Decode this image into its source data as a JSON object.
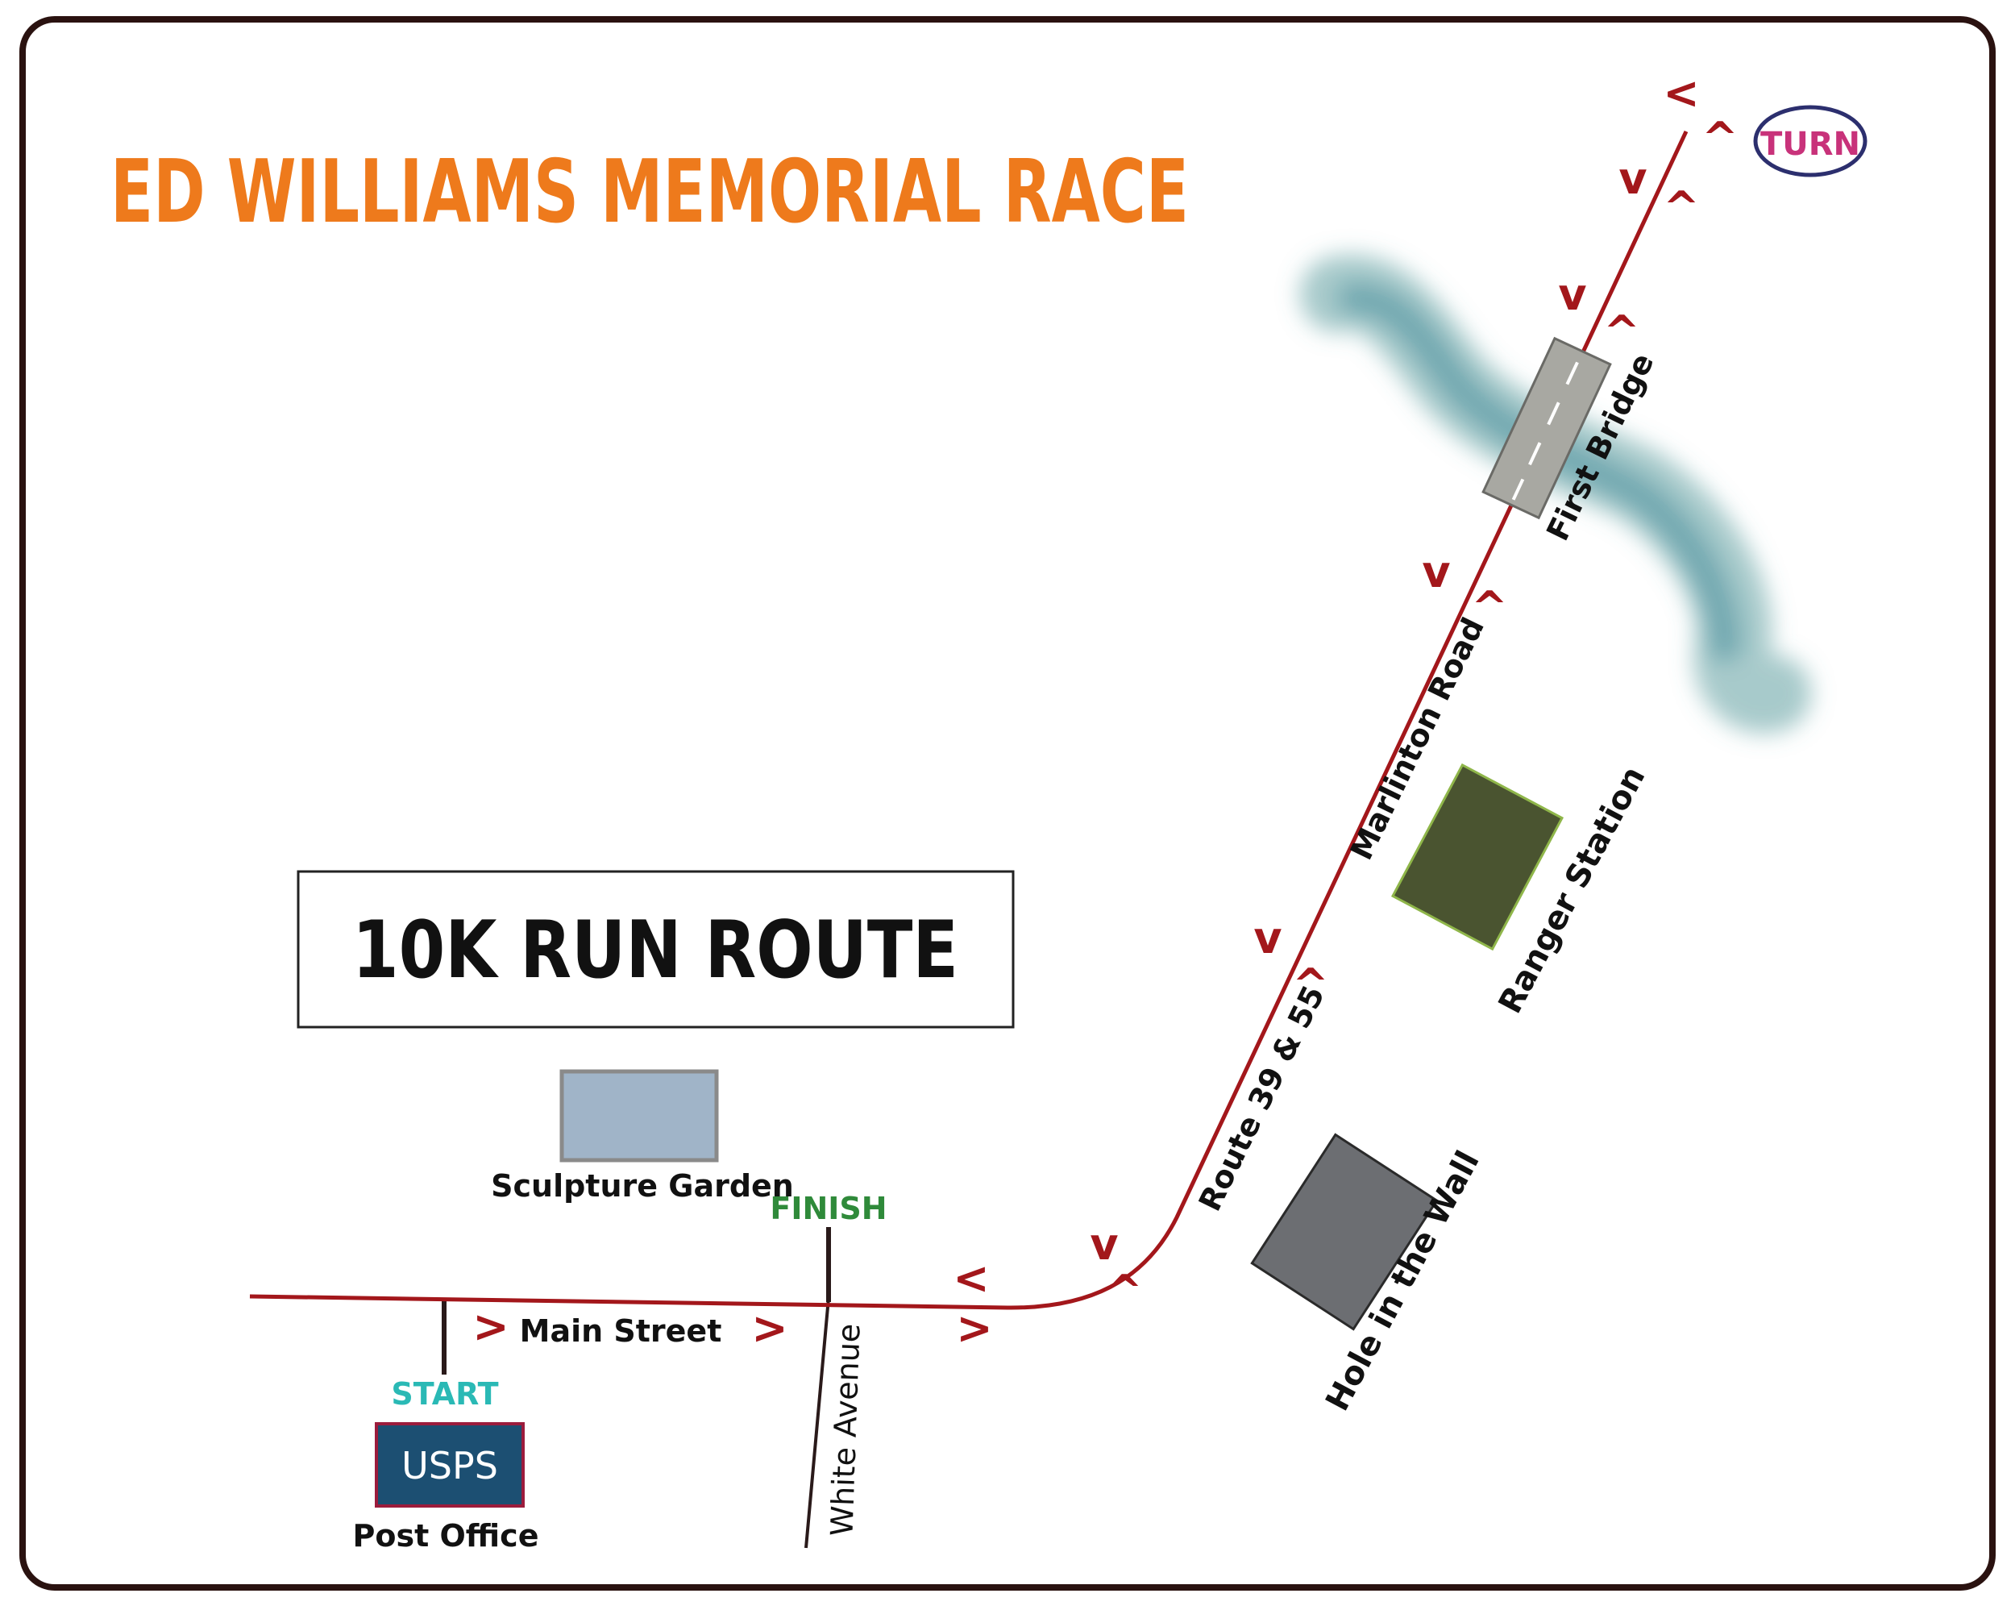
{
  "title": "ED WILLIAMS MEMORIAL RACE",
  "subtitle": "10K RUN ROUTE",
  "markers": {
    "start": "START",
    "finish": "FINISH",
    "turn": "TURN"
  },
  "roads": {
    "main": "Main Street",
    "white": "White Avenue",
    "route": "Route 39 & 55",
    "marlinton": "Marlinton Road",
    "bridge": "First Bridge"
  },
  "places": {
    "usps": "USPS",
    "post_office": "Post Office",
    "sculpture": "Sculpture Garden",
    "ranger": "Ranger Station",
    "hole": "Hole in the Wall"
  },
  "direction_glyphs": {
    "outbound_east": ">",
    "inbound_west": "<",
    "outbound_north": "^",
    "inbound_south": "v"
  },
  "colors": {
    "title": "#ee7a1c",
    "route": "#a3171b",
    "start": "#2ab9b5",
    "finish": "#2f8a3a",
    "turn_text": "#c8327a",
    "turn_ring": "#2c2f6e",
    "usps_fill": "#1c4f72",
    "usps_border": "#9c1c3c",
    "sculpture_fill": "#a0b4c8",
    "ranger_fill": "#4a5430",
    "hole_fill": "#6c6e72",
    "river": "#5f9ea0",
    "bridge_fill": "#a8a8a2"
  }
}
